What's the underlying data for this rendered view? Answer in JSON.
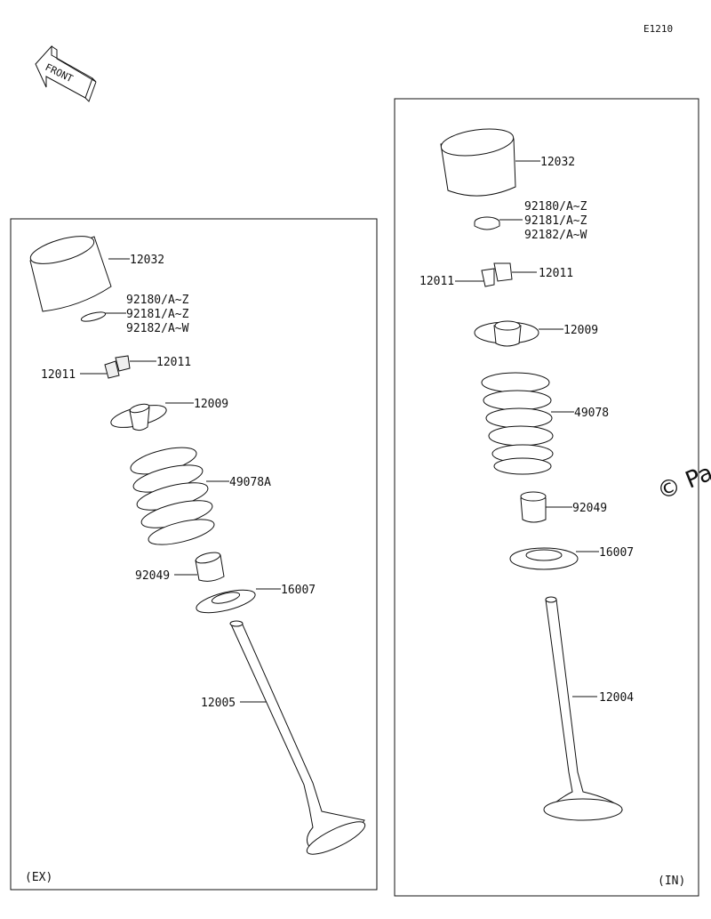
{
  "diagram_code": "E1210",
  "front_arrow_label": "FRONT",
  "watermark": "© Parts",
  "ex_panel": {
    "caption": "(EX)",
    "parts": {
      "tappet": "12032",
      "shim_1": "92180/A~Z",
      "shim_2": "92181/A~Z",
      "shim_3": "92182/A~W",
      "cotter_right": "12011",
      "cotter_left": "12011",
      "retainer": "12009",
      "spring": "49078A",
      "seal": "92049",
      "seat": "16007",
      "valve": "12005"
    }
  },
  "in_panel": {
    "caption": "(IN)",
    "parts": {
      "tappet": "12032",
      "shim_1": "92180/A~Z",
      "shim_2": "92181/A~Z",
      "shim_3": "92182/A~W",
      "cotter_right": "12011",
      "cotter_left": "12011",
      "retainer": "12009",
      "spring": "49078",
      "seal": "92049",
      "seat": "16007",
      "valve": "12004"
    }
  }
}
